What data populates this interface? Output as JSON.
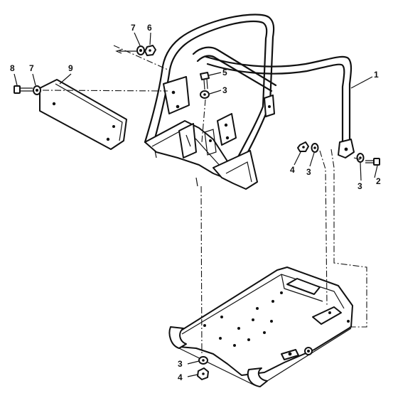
{
  "callouts": [
    {
      "id": "c1",
      "text": "1"
    },
    {
      "id": "c2",
      "text": "2"
    },
    {
      "id": "c3a",
      "text": "3"
    },
    {
      "id": "c3b",
      "text": "3"
    },
    {
      "id": "c3c",
      "text": "3"
    },
    {
      "id": "c3d",
      "text": "3"
    },
    {
      "id": "c4a",
      "text": "4"
    },
    {
      "id": "c4b",
      "text": "4"
    },
    {
      "id": "c5",
      "text": "5"
    },
    {
      "id": "c6",
      "text": "6"
    },
    {
      "id": "c7a",
      "text": "7"
    },
    {
      "id": "c7b",
      "text": "7"
    },
    {
      "id": "c8",
      "text": "8"
    },
    {
      "id": "c9",
      "text": "9"
    }
  ]
}
